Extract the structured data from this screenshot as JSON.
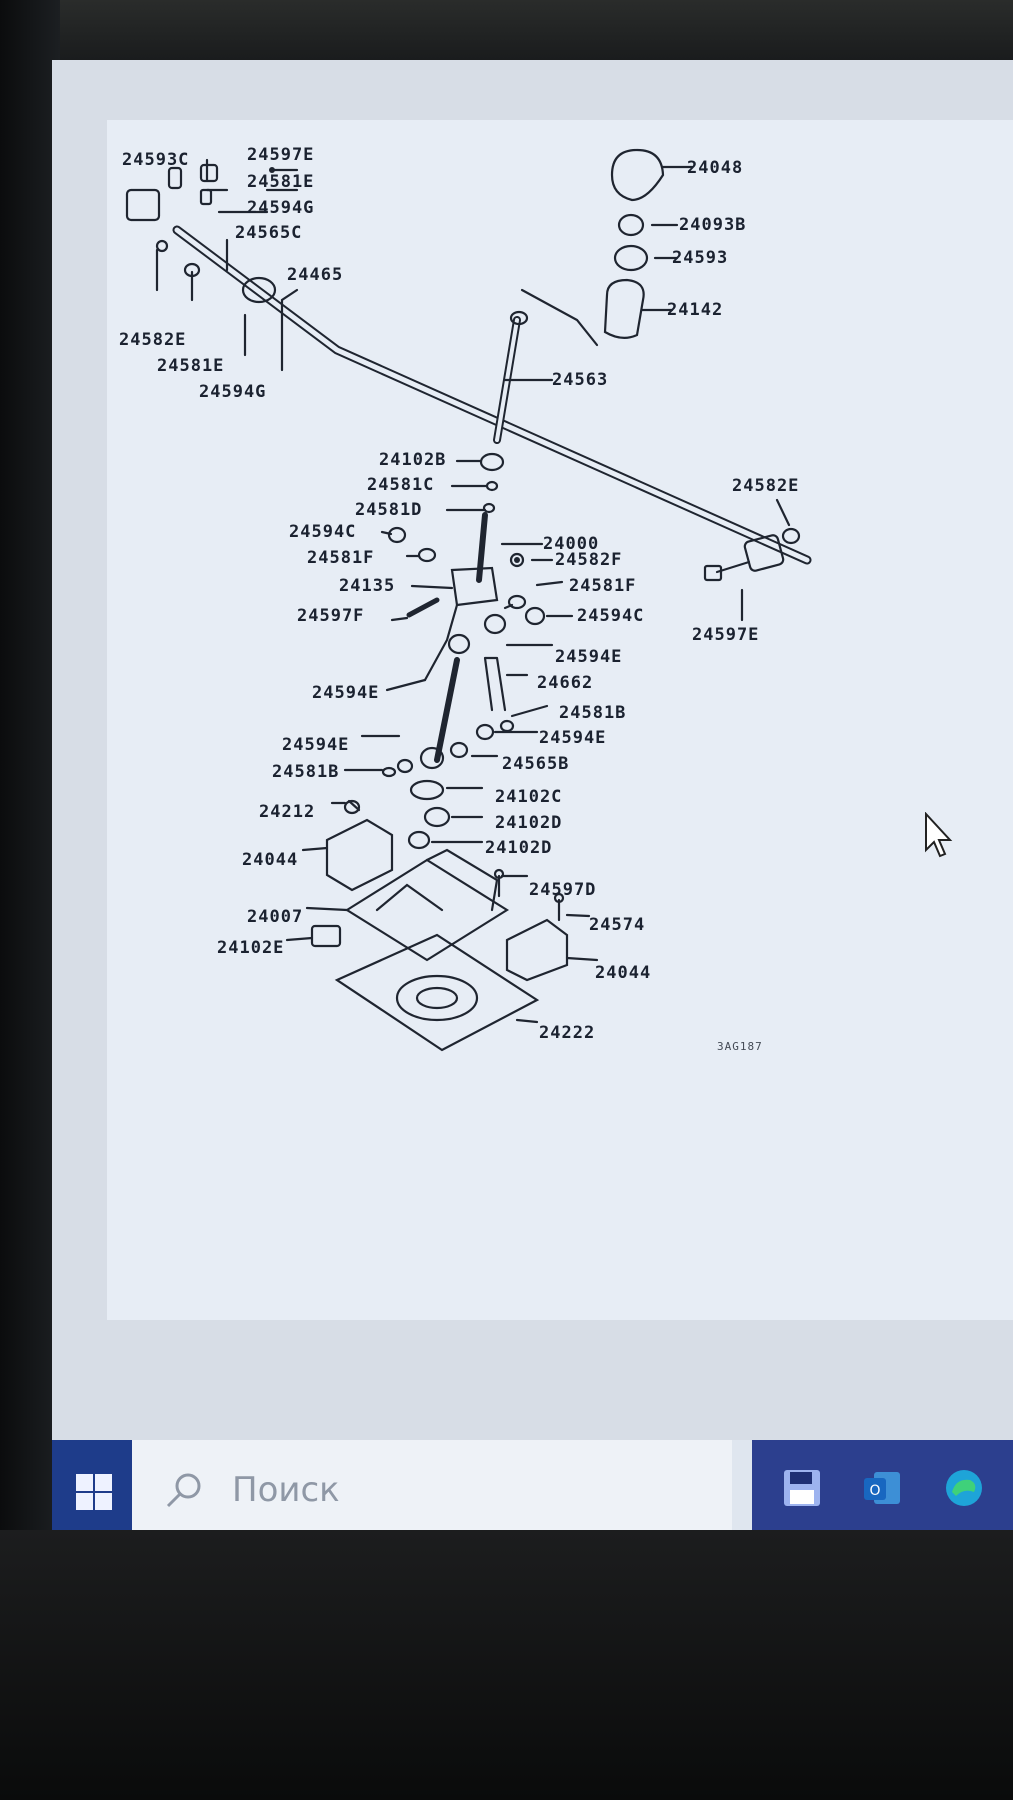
{
  "diagram": {
    "labels": {
      "l24593C": "24593C",
      "l24597E_top": "24597E",
      "l24581E_top": "24581E",
      "l24594G_top": "24594G",
      "l24565C": "24565C",
      "l24465": "24465",
      "l24582E_left": "24582E",
      "l24581E_left": "24581E",
      "l24594G_left": "24594G",
      "l24048": "24048",
      "l24093B": "24093B",
      "l24593": "24593",
      "l24142": "24142",
      "l24563": "24563",
      "l24102B": "24102B",
      "l24581C": "24581C",
      "l24581D": "24581D",
      "l24582E_right": "24582E",
      "l24594C_left": "24594C",
      "l24000": "24000",
      "l24581F_left": "24581F",
      "l24582F": "24582F",
      "l24135": "24135",
      "l24581F_right": "24581F",
      "l24597F": "24597F",
      "l24594C_right": "24594C",
      "l24597E_right": "24597E",
      "l24594E_1": "24594E",
      "l24662": "24662",
      "l24594E_2": "24594E",
      "l24581B_right": "24581B",
      "l24594E_3": "24594E",
      "l24594E_4": "24594E",
      "l24565B": "24565B",
      "l24581B_left": "24581B",
      "l24102C": "24102C",
      "l24212": "24212",
      "l24102D_1": "24102D",
      "l24102D_2": "24102D",
      "l24044_left": "24044",
      "l24597D": "24597D",
      "l24007": "24007",
      "l24574": "24574",
      "l24102E": "24102E",
      "l24044_right": "24044",
      "l24222": "24222"
    },
    "figure_code": "3AG187"
  },
  "taskbar": {
    "search_placeholder": "Поиск",
    "icons": [
      "windows-start-icon",
      "search-icon",
      "save-icon",
      "outlook-icon",
      "edge-icon"
    ]
  }
}
